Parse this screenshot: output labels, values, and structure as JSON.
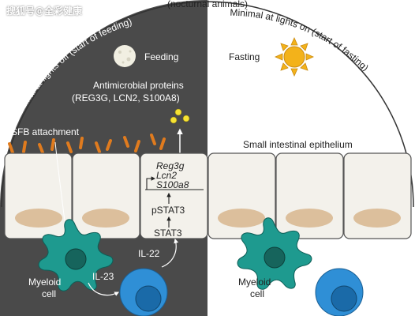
{
  "watermark": "搜狐号@全彩健康",
  "colors": {
    "night": "#4a4a4a",
    "cell_fill": "#f3f1eb",
    "nucleus": "#dcbf9c",
    "sfb": "#e07b1e",
    "myeloid": "#1e9a8f",
    "myeloid_nucleus": "#16645c",
    "lymphocyte": "#2f8fd6",
    "lymphocyte_nucleus": "#1a6aa8",
    "moon": "#f1efe2",
    "sun": "#f3b21a",
    "amp_dots": "#f6e233"
  },
  "labels": {
    "header": "(nocturnal animals)",
    "left_arc": "Maximal at lights off (start of feeding)",
    "right_arc": "Minimal at lights on (start of fasting)",
    "feeding": "Feeding",
    "fasting": "Fasting",
    "amp_title": "Antimicrobial proteins",
    "amp_list": "(REG3G, LCN2, S100A8)",
    "sfb": "SFB attachment",
    "epithelium": "Small intestinal epithelium",
    "gene1": "Reg3g",
    "gene2": "Lcn2",
    "gene3": "S100a8",
    "pstat3": "pSTAT3",
    "stat3": "STAT3",
    "il22": "IL-22",
    "il23": "IL-23",
    "myeloid_left_1": "Myeloid",
    "myeloid_left_2": "cell",
    "myeloid_right_1": "Myeloid",
    "myeloid_right_2": "cell"
  }
}
